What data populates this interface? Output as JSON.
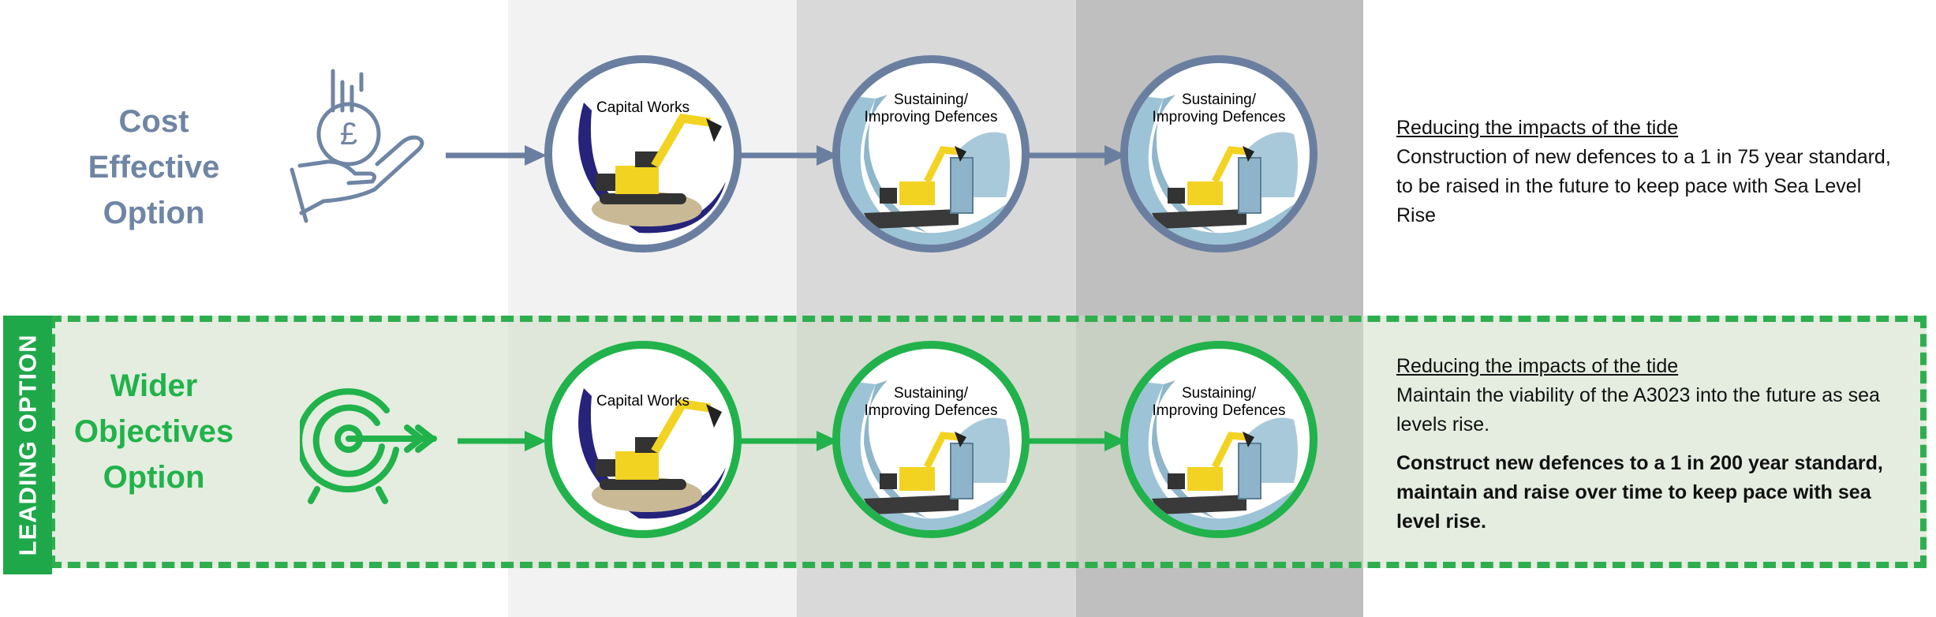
{
  "colors": {
    "blue": "#6a7fa0",
    "green": "#21b24b",
    "band1": "#f2f2f2",
    "band2": "#d9d9d9",
    "band3": "#bfbfbf"
  },
  "leading_tab": {
    "label": "LEADING OPTION"
  },
  "cost_option": {
    "label_lines": [
      "Cost",
      "Effective",
      "Option"
    ],
    "icon": "hand-holding-pound-coin-icon",
    "steps": [
      {
        "caption_lines": [
          "Capital Works"
        ],
        "icon": "excavator-icon"
      },
      {
        "caption_lines": [
          "Sustaining/",
          "Improving Defences"
        ],
        "icon": "sea-wall-wave-icon"
      },
      {
        "caption_lines": [
          "Sustaining/",
          "Improving Defences"
        ],
        "icon": "sea-wall-wave-icon"
      }
    ],
    "description": {
      "heading": "Reducing the impacts of the tide",
      "text": "Construction of new defences to a 1 in 75 year standard, to be raised in the future to keep pace with Sea Level Rise"
    }
  },
  "wider_option": {
    "label_lines": [
      "Wider",
      "Objectives",
      "Option"
    ],
    "icon": "target-arrow-icon",
    "steps": [
      {
        "caption_lines": [
          "Capital Works"
        ],
        "icon": "excavator-icon"
      },
      {
        "caption_lines": [
          "Sustaining/",
          "Improving Defences"
        ],
        "icon": "sea-wall-wave-icon"
      },
      {
        "caption_lines": [
          "Sustaining/",
          "Improving Defences"
        ],
        "icon": "sea-wall-wave-icon"
      }
    ],
    "description": {
      "heading": "Reducing the impacts of the tide",
      "text": "Maintain the viability of the A3023 into the future as sea levels rise.",
      "bold_text": "Construct new defences to a 1 in 200 year standard, maintain and raise over time to keep pace with sea level rise."
    }
  }
}
